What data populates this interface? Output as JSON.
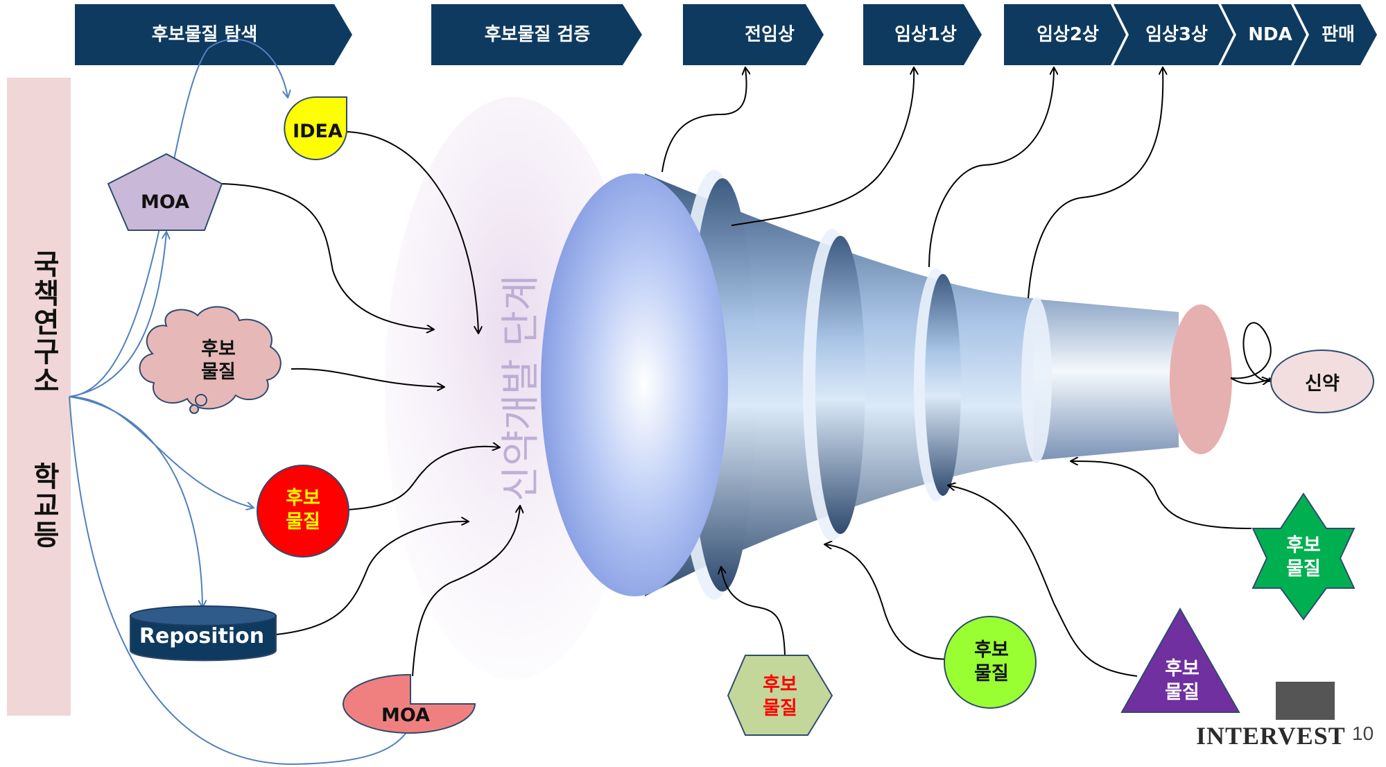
{
  "stages": [
    {
      "label": "후보물질 탐색"
    },
    {
      "label": "후보물질 검증"
    },
    {
      "label": "전임상"
    },
    {
      "label": "임상1상"
    },
    {
      "label": "임상2상"
    },
    {
      "label": "임상3상"
    },
    {
      "label": "NDA"
    },
    {
      "label": "판매"
    }
  ],
  "side_label": "국책연구소  학교등",
  "funnel_label": "신약개발 단계",
  "nodes": {
    "idea": "IDEA",
    "moa_pentagon": "MOA",
    "cloud": [
      "후보",
      "물질"
    ],
    "red_circle": [
      "후보",
      "물질"
    ],
    "reposition": "Reposition",
    "moa_pacman": "MOA",
    "hexagon": [
      "후보",
      "물질"
    ],
    "green_circle": [
      "후보",
      "물질"
    ],
    "star": [
      "후보",
      "물질"
    ],
    "triangle": [
      "후보",
      "물질"
    ],
    "new_drug": "신약"
  },
  "colors": {
    "header_fill": "#0f3a5f",
    "side_fill": "#f0d6d6",
    "idea_fill": "#ffff00",
    "moa_pentagon_fill": "#c9b8d8",
    "cloud_fill": "#e6b8b8",
    "red_circle_fill": "#ff0000",
    "red_circle_text": "#ffff00",
    "reposition_fill": "#0f3a5f",
    "moa_pacman_fill": "#f08080",
    "hexagon_fill": "#c4d79b",
    "hexagon_text": "#ff0000",
    "green_circle_fill": "#99ff33",
    "star_fill": "#00b050",
    "triangle_fill": "#7030a0",
    "new_drug_fill": "#f2dede",
    "outlet_fill": "#e6b0b0",
    "arrow_blue": "#4f81bd"
  },
  "footer": {
    "logo": "INTERVEST",
    "page": "10"
  }
}
